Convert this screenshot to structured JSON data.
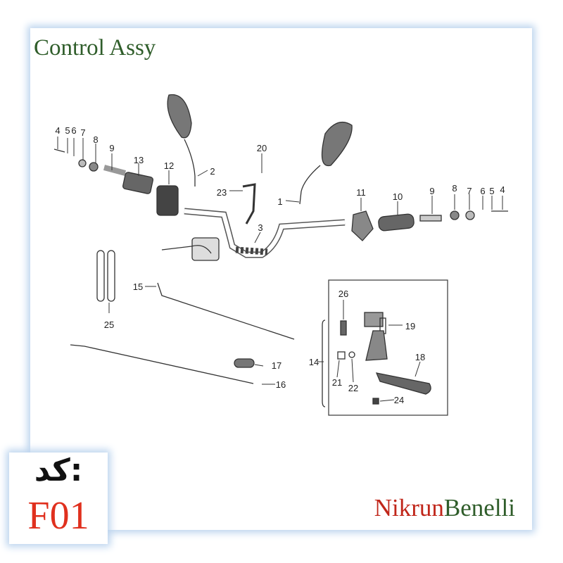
{
  "title": "Control Assy",
  "code_label": "کد:",
  "code_value": "F01",
  "brand": {
    "part1": "Nikrun",
    "part2": "Benelli"
  },
  "callouts": [
    "4",
    "5",
    "6",
    "7",
    "8",
    "9",
    "13",
    "12",
    "2",
    "20",
    "23",
    "1",
    "11",
    "10",
    "9",
    "8",
    "7",
    "6",
    "5",
    "4",
    "3",
    "15",
    "25",
    "26",
    "19",
    "14",
    "17",
    "18",
    "16",
    "21",
    "22",
    "24"
  ],
  "colors": {
    "title": "#2f5d2a",
    "code": "#e0301e",
    "brand_red": "#c0261a",
    "brand_green": "#2f5d2a",
    "frame_glow": "#bcd4ee"
  }
}
